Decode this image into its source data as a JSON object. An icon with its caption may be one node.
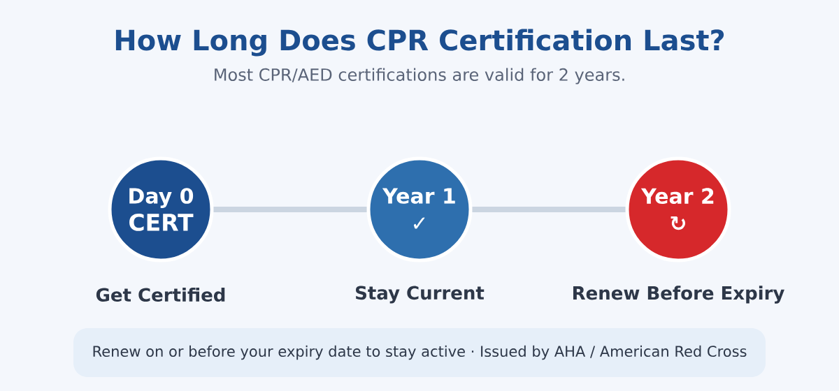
{
  "diagram": {
    "title": "How Long Does CPR Certification Last?",
    "nodes": [
      {
        "text": [
          "Day 0",
          "CERT"
        ],
        "beside": [
          "Get Certified"
        ]
      },
      {
        "text": [
          "Year 1",
          "✓"
        ],
        "beside": [
          "Stay Current"
        ]
      },
      {
        "text": [
          "Year 2",
          "↻"
        ],
        "beside": [
          "Renew Before Expiry"
        ]
      },
      {
        "text": [
          "Renew on or before your expiry date to stay active · Issued by AHA / American Red Cross"
        ]
      }
    ],
    "edges": [
      {
        "from": 0,
        "to": 1,
        "arrow": "none"
      },
      {
        "from": 1,
        "to": 2,
        "arrow": "none"
      }
    ],
    "labels": [
      "Most CPR/AED certifications are valid for 2 years."
    ]
  }
}
